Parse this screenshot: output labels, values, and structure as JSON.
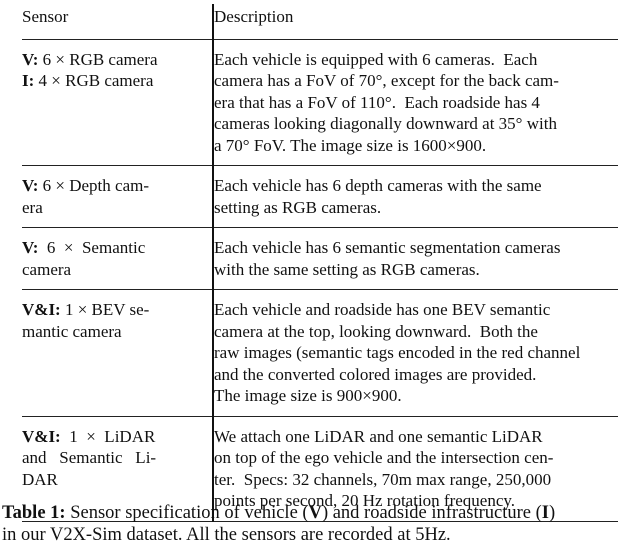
{
  "table": {
    "headers": {
      "sensor": "Sensor",
      "description": "Description"
    },
    "rows": [
      {
        "sensor_lines": [
          {
            "bold": "V:",
            "text": " 6 × RGB camera"
          },
          {
            "bold": "I:",
            "text": " 4 × RGB camera"
          }
        ],
        "description_lines": [
          "Each vehicle is equipped with 6 cameras.  Each",
          "camera has a FoV of 70°, except for the back cam-",
          "era that has a FoV of 110°.  Each roadside has 4",
          "cameras looking diagonally downward at 35° with",
          "a 70° FoV. The image size is 1600×900."
        ]
      },
      {
        "sensor_lines": [
          {
            "bold": "V:",
            "text": " 6 × Depth cam-"
          },
          {
            "bold": "",
            "text": "era"
          }
        ],
        "description_lines": [
          "Each vehicle has 6 depth cameras with the same",
          "setting as RGB cameras."
        ]
      },
      {
        "sensor_lines": [
          {
            "bold": "V:",
            "text": "  6  ×  Semantic"
          },
          {
            "bold": "",
            "text": "camera"
          }
        ],
        "description_lines": [
          "Each vehicle has 6 semantic segmentation cameras",
          "with the same setting as RGB cameras."
        ]
      },
      {
        "sensor_lines": [
          {
            "bold": "V&I:",
            "text": " 1 × BEV se-"
          },
          {
            "bold": "",
            "text": "mantic camera"
          }
        ],
        "description_lines": [
          "Each vehicle and roadside has one BEV semantic",
          "camera at the top, looking downward.  Both the",
          "raw images (semantic tags encoded in the red channel",
          "and the converted colored images are provided.",
          "The image size is 900×900."
        ]
      },
      {
        "sensor_lines": [
          {
            "bold": "V&I:",
            "text": "  1  ×  LiDAR"
          },
          {
            "bold": "",
            "text": "and   Semantic   Li-"
          },
          {
            "bold": "",
            "text": "DAR"
          }
        ],
        "description_lines": [
          "We attach one LiDAR and one semantic LiDAR",
          "on top of the ego vehicle and the intersection cen-",
          "ter.  Specs: 32 channels, 70m max range, 250,000",
          "points per second, 20 Hz rotation frequency."
        ]
      }
    ]
  },
  "caption": {
    "label": "Table 1:",
    "line1_a": " Sensor specification of vehicle (",
    "v": "V",
    "line1_b": ") and roadside infrastructure (",
    "i": "I",
    "line1_c": ")",
    "line2": "in our V2X-Sim dataset. All the sensors are recorded at 5Hz."
  }
}
